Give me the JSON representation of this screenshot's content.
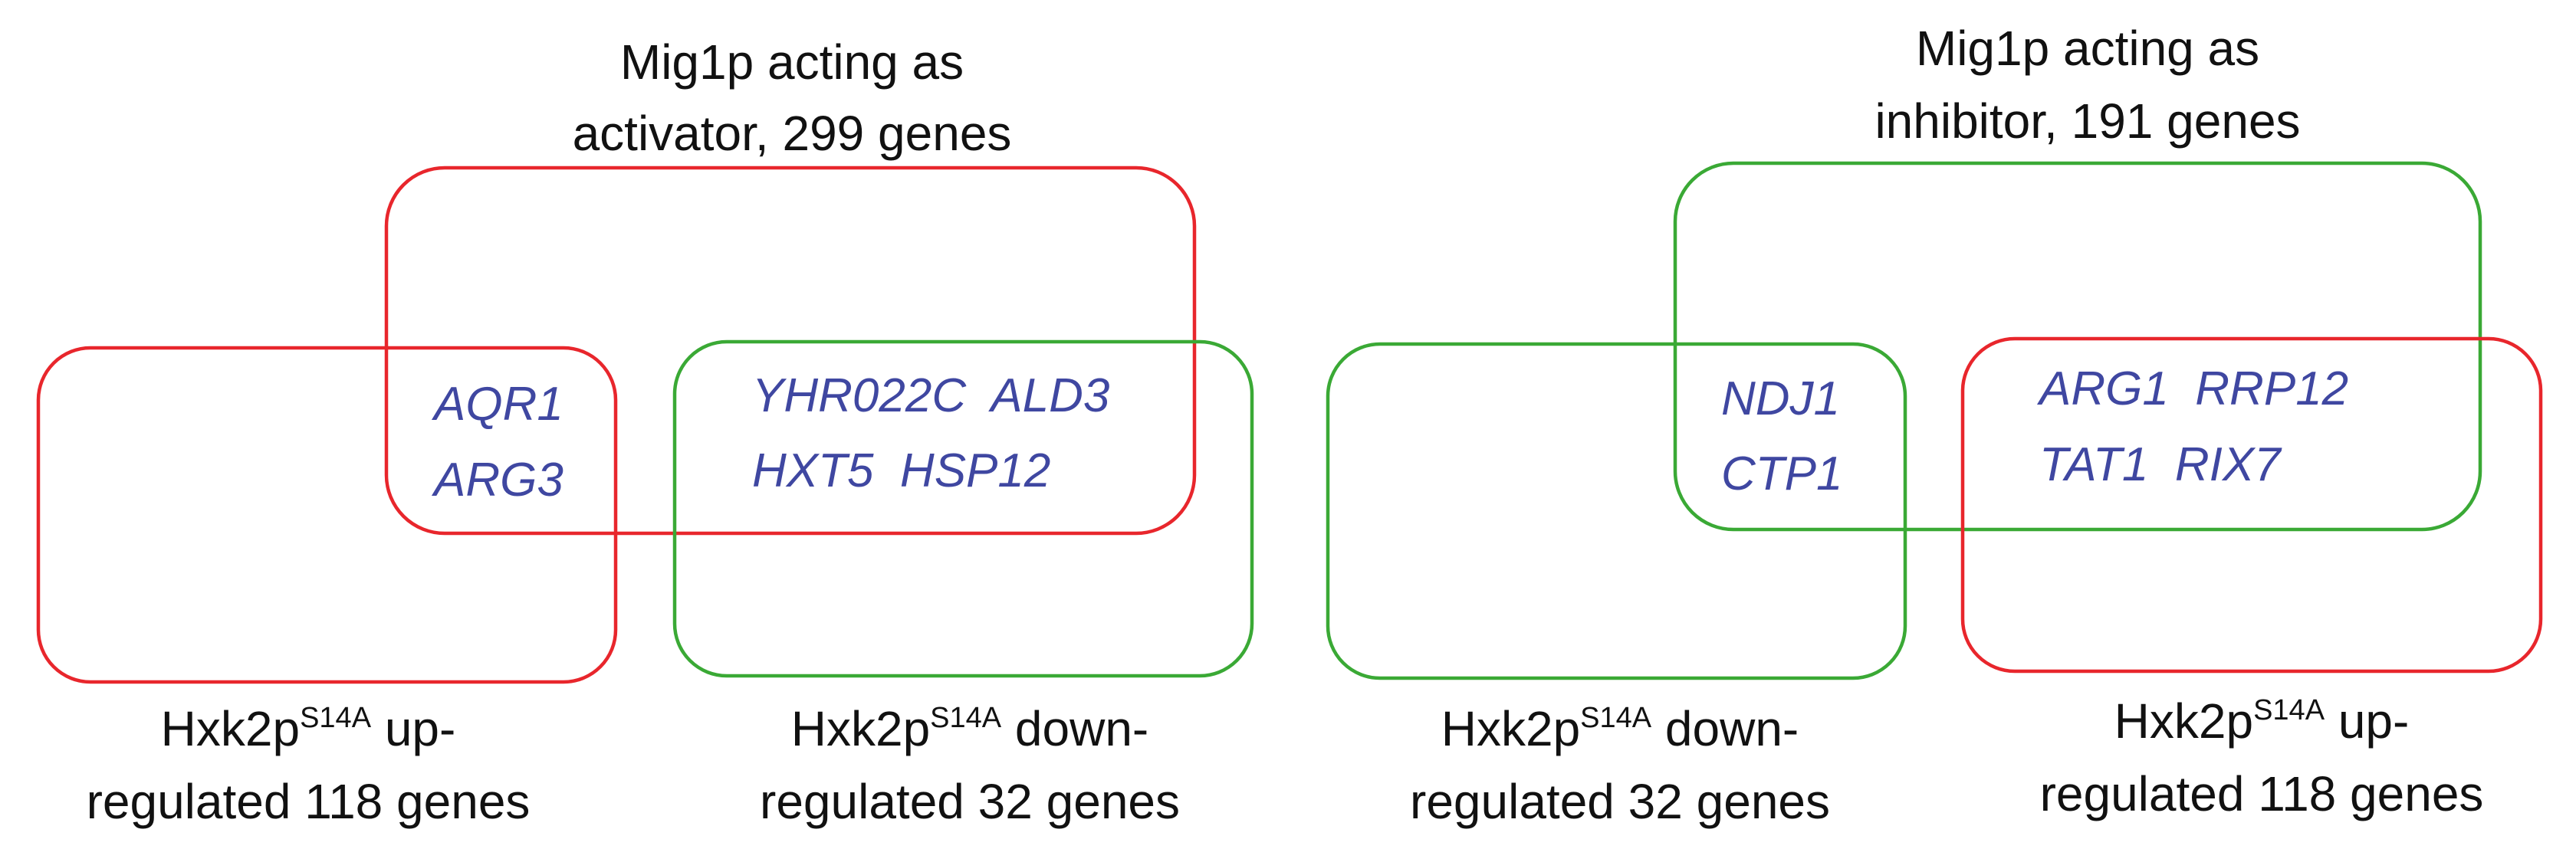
{
  "colors": {
    "red": "#e8262c",
    "green": "#3aa935",
    "gene_text": "#3f47a1",
    "label_text": "#111111"
  },
  "left_panel": {
    "title_line1": "Mig1p acting as",
    "title_line2": "activator, 299 genes",
    "up_label": {
      "prefix": "Hxk2p",
      "sup": "S14A",
      "suffix": " up-",
      "line2": "regulated 118 genes"
    },
    "down_label": {
      "prefix": "Hxk2p",
      "sup": "S14A",
      "suffix": " down-",
      "line2": "regulated 32 genes"
    },
    "overlap_up_genes": [
      "AQR1",
      "ARG3"
    ],
    "overlap_down_genes": [
      "YHR022C  ALD3",
      "HXT5  HSP12"
    ]
  },
  "right_panel": {
    "title_line1": "Mig1p acting as",
    "title_line2": "inhibitor, 191 genes",
    "down_label": {
      "prefix": "Hxk2p",
      "sup": "S14A",
      "suffix": " down-",
      "line2": "regulated 32 genes"
    },
    "up_label": {
      "prefix": "Hxk2p",
      "sup": "S14A",
      "suffix": " up-",
      "line2": "regulated 118 genes"
    },
    "overlap_down_genes": [
      "NDJ1",
      "CTP1"
    ],
    "overlap_up_genes": [
      "ARG1  RRP12",
      "TAT1  RIX7"
    ]
  }
}
